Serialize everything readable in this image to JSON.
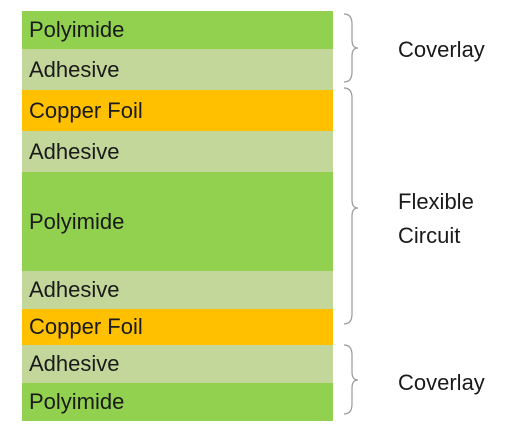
{
  "layers": [
    {
      "label": "Polyimide",
      "color": "#92d050"
    },
    {
      "label": "Adhesive",
      "color": "#c4d79b"
    },
    {
      "label": "Copper Foil",
      "color": "#ffc000"
    },
    {
      "label": "Adhesive",
      "color": "#c4d79b"
    },
    {
      "label": "Polyimide",
      "color": "#92d050"
    },
    {
      "label": "Adhesive",
      "color": "#c4d79b"
    },
    {
      "label": "Copper Foil",
      "color": "#ffc000"
    },
    {
      "label": "Adhesive",
      "color": "#c4d79b"
    },
    {
      "label": "Polyimide",
      "color": "#92d050"
    }
  ],
  "groups": {
    "top": {
      "label": "Coverlay"
    },
    "middle": {
      "label_line1": "Flexible",
      "label_line2": "Circuit"
    },
    "bottom": {
      "label": "Coverlay"
    }
  },
  "brace_color": "#999999"
}
